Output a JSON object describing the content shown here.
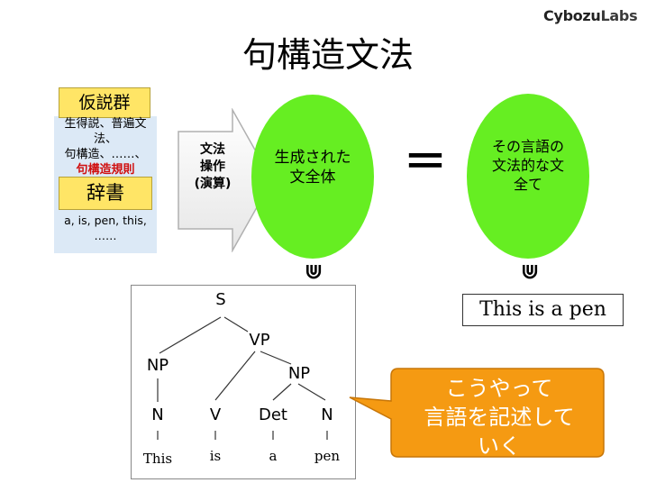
{
  "logo": {
    "part1": "Cybozu",
    "part2": "Labs"
  },
  "title": "句構造文法",
  "hypothesis": {
    "heading": "仮説群",
    "lines": [
      "生得説、普遍文法、",
      "句構造、……、"
    ],
    "highlight": "句構造規則"
  },
  "dictionary": {
    "heading": "辞書",
    "lines": [
      "a, is, pen, this,",
      "……"
    ]
  },
  "arrow": {
    "lines": [
      "文法",
      "操作",
      "(演算)"
    ]
  },
  "generated": {
    "lines": [
      "生成された",
      "文全体"
    ]
  },
  "equals": "＝",
  "language": {
    "lines": [
      "その言語の",
      "文法的な文",
      "全て"
    ]
  },
  "subset_symbol": "⋓",
  "example_sentence": "This is a pen",
  "tree": {
    "nodes": {
      "s": "S",
      "vp": "VP",
      "np1": "NP",
      "np2": "NP",
      "n1": "N",
      "v": "V",
      "det": "Det",
      "n2": "N"
    },
    "leaves": [
      "This",
      "is",
      "a",
      "pen"
    ]
  },
  "callout": {
    "lines": [
      "こうやって",
      "言語を記述して",
      "いく"
    ]
  },
  "colors": {
    "yellow_box": "#ffe566",
    "light_blue": "#dce9f6",
    "green_oval": "#66ee22",
    "orange_callout": "#f59a12",
    "highlight_red": "#d01010"
  }
}
